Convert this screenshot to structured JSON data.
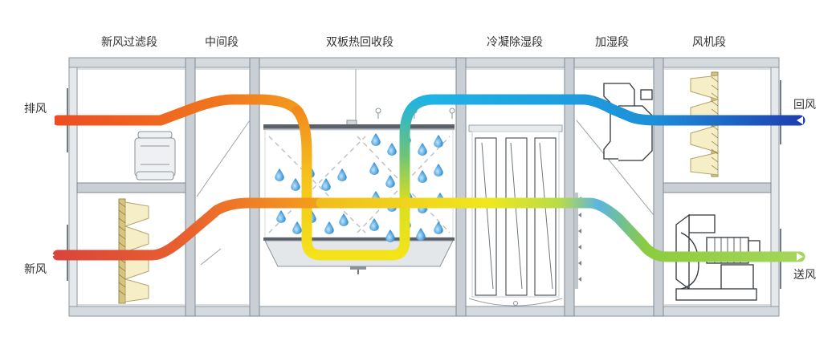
{
  "sections": [
    {
      "id": "filter",
      "label": "新风过滤段"
    },
    {
      "id": "middle",
      "label": "中间段"
    },
    {
      "id": "heat_recovery",
      "label": "双板热回收段"
    },
    {
      "id": "condense",
      "label": "冷凝除湿段"
    },
    {
      "id": "humidify",
      "label": "加湿段"
    },
    {
      "id": "fan",
      "label": "风机段"
    }
  ],
  "ports": {
    "exhaust": "排风",
    "fresh": "新风",
    "return": "回风",
    "supply": "送风"
  },
  "colors": {
    "exhaust_start": "#ee5a1f",
    "exhaust_mid": "#f39a1d",
    "exhaust_yellow": "#f4e21a",
    "return_blue": "#1f63c8",
    "return_cyan": "#1fa8e6",
    "fresh_red": "#e14e38",
    "fresh_orange": "#f1871e",
    "supply_yellow": "#f0e51a",
    "supply_green": "#8ccc3e",
    "frame": "#8c96a0",
    "water_drop": "#2a8fd6"
  }
}
